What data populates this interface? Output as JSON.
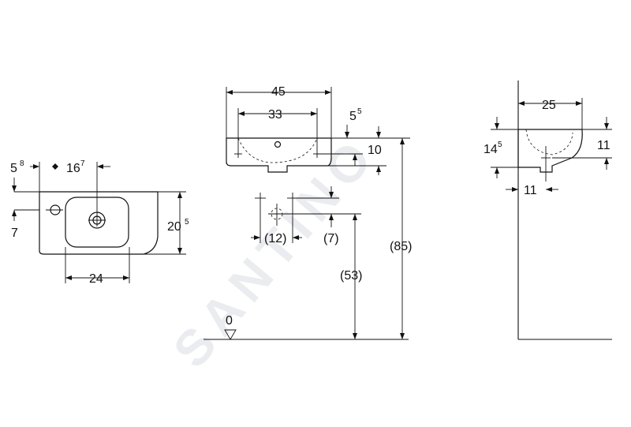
{
  "watermark": "SANTINO",
  "top_view": {
    "depth_label": "5",
    "depth_sup": "8",
    "tap_offset_label": "16",
    "tap_offset_sup": "7",
    "tap_hole_label": "7",
    "height_label": "20",
    "height_sup": "5",
    "bowl_width_label": "24"
  },
  "front_view": {
    "overall_width_label": "45",
    "bowl_width_label": "33",
    "rim_label": "5",
    "rim_sup": "5",
    "rim_height_label": "10",
    "pipe_spacing_label": "(12)",
    "pipe_drop_label": "(7)",
    "waste_height_label": "(53)",
    "overall_height_label": "(85)",
    "floor_level_label": "0"
  },
  "side_view": {
    "depth_label": "25",
    "projection_label": "14",
    "projection_sup": "5",
    "bowl_height_label": "11",
    "waste_offset_label": "11"
  }
}
